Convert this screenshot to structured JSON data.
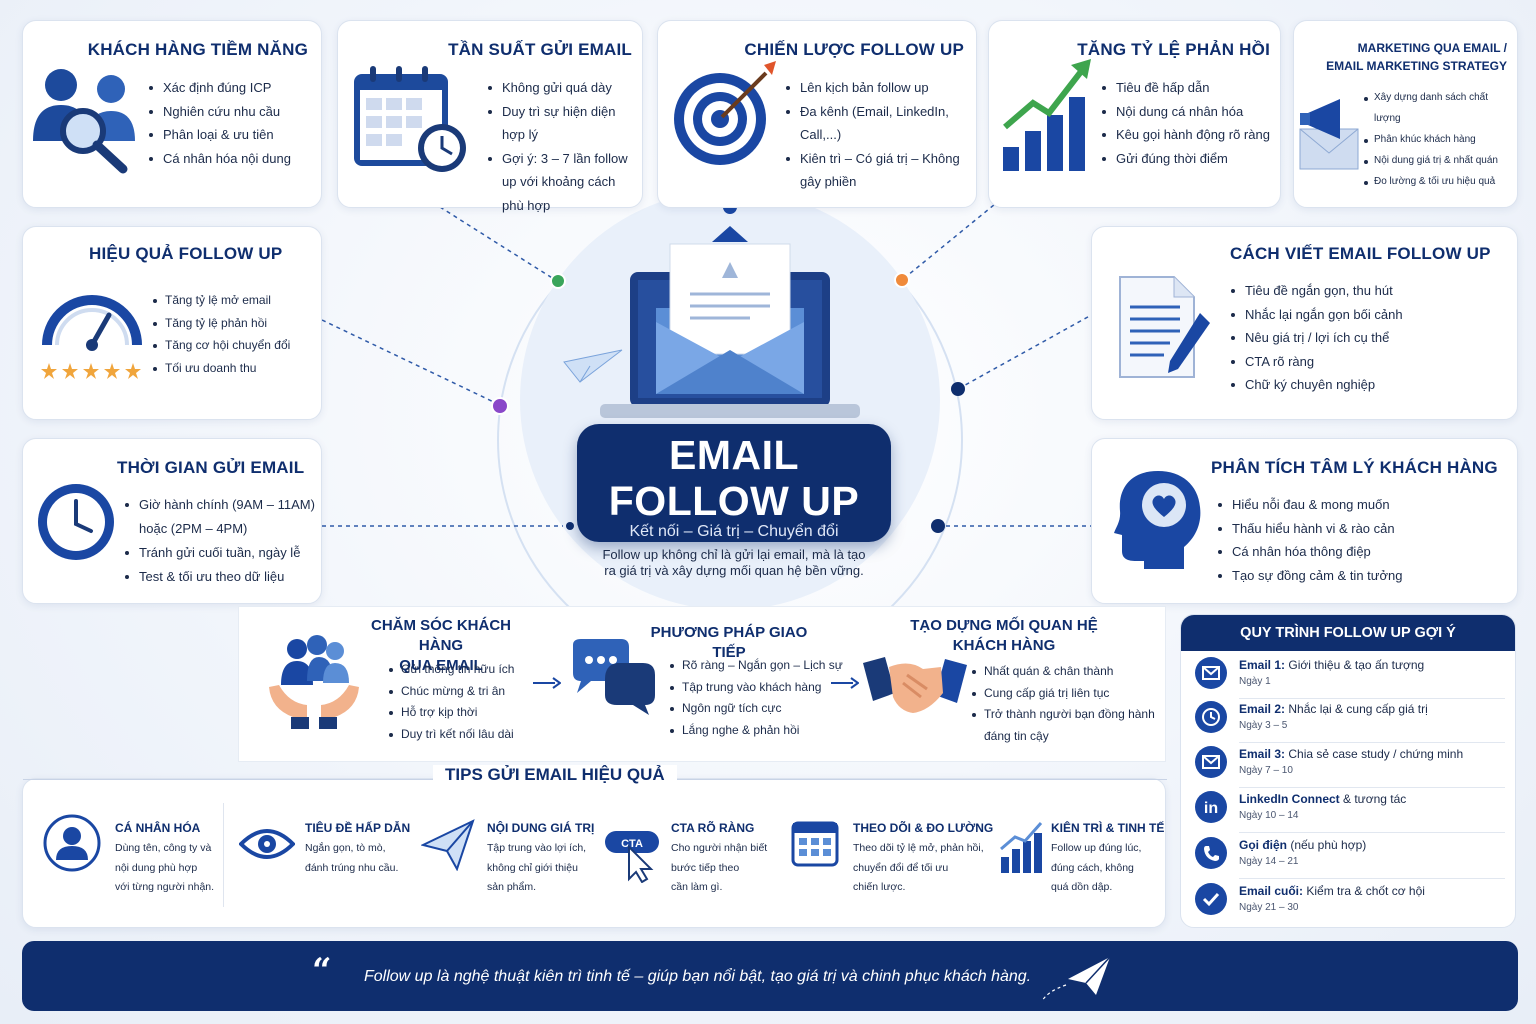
{
  "cards": {
    "prospects": {
      "title": "KHÁCH HÀNG TIỀM NĂNG",
      "items": [
        "Xác định đúng ICP",
        "Nghiên cứu nhu cầu",
        "Phân loại & ưu tiên",
        "Cá nhân hóa nội dung"
      ]
    },
    "frequency": {
      "title": "TẦN SUẤT GỬI EMAIL",
      "items": [
        "Không gửi quá dày",
        "Duy trì sự hiện diện hợp lý",
        "Gợi ý: 3 – 7 lần follow up với khoảng cách phù hợp"
      ]
    },
    "strategy": {
      "title": "CHIẾN LƯỢC FOLLOW UP",
      "items": [
        "Lên kịch bản follow up",
        "Đa kênh (Email, LinkedIn, Call,...)",
        "Kiên trì – Có giá trị – Không gây phiền"
      ]
    },
    "response": {
      "title": "TĂNG TỶ LỆ PHẢN HỒI",
      "items": [
        "Tiêu đề hấp dẫn",
        "Nội dung cá nhân hóa",
        "Kêu gọi hành động rõ ràng",
        "Gửi đúng thời điểm"
      ]
    },
    "marketing": {
      "title_line1": "MARKETING QUA EMAIL /",
      "title_line2": "EMAIL MARKETING STRATEGY",
      "items": [
        "Xây dựng danh sách chất lượng",
        "Phân khúc khách hàng",
        "Nội dung giá trị & nhất quán",
        "Đo lường & tối ưu hiệu quả"
      ]
    },
    "effect": {
      "title": "HIỆU QUẢ FOLLOW UP",
      "items": [
        "Tăng tỷ lệ mở email",
        "Tăng tỷ lệ phản hồi",
        "Tăng cơ hội chuyển đổi",
        "Tối ưu doanh thu"
      ]
    },
    "writing": {
      "title": "CÁCH VIẾT EMAIL FOLLOW UP",
      "items": [
        "Tiêu đề ngắn gọn, thu hút",
        "Nhắc lại ngắn gọn bối cảnh",
        "Nêu giá trị / lợi ích cụ thể",
        "CTA rõ ràng",
        "Chữ ký chuyên nghiệp"
      ]
    },
    "timing": {
      "title": "THỜI GIAN GỬI EMAIL",
      "items": [
        "Giờ hành chính (9AM – 11AM) hoặc (2PM – 4PM)",
        "Tránh gửi cuối tuần, ngày lễ",
        "Test & tối ưu theo dữ liệu"
      ]
    },
    "psychology": {
      "title": "PHÂN TÍCH TÂM LÝ KHÁCH HÀNG",
      "items": [
        "Hiểu nỗi đau & mong muốn",
        "Thấu hiểu hành vi & rào cản",
        "Cá nhân hóa thông điệp",
        "Tạo sự đồng cảm & tin tưởng"
      ]
    }
  },
  "center": {
    "line1": "EMAIL",
    "line2": "FOLLOW UP",
    "tagline": "Kết nối – Giá trị – Chuyển đổi",
    "description": "Follow up không chỉ là gửi lại email, mà là tạo ra giá trị và xây dựng mối quan hệ bền vững."
  },
  "middle": {
    "care": {
      "title_line1": "CHĂM SÓC KHÁCH HÀNG",
      "title_line2": "QUA EMAIL",
      "items": [
        "Gửi thông tin hữu ích",
        "Chúc mừng & tri ân",
        "Hỗ trợ kịp thời",
        "Duy trì kết nối lâu dài"
      ]
    },
    "communication": {
      "title": "PHƯƠNG PHÁP GIAO TIẾP",
      "items": [
        "Rõ ràng – Ngắn gọn – Lịch sự",
        "Tập trung vào khách hàng",
        "Ngôn ngữ tích cực",
        "Lắng nghe & phản hồi"
      ]
    },
    "relationship": {
      "title_line1": "TẠO DỰNG MỐI QUAN HỆ",
      "title_line2": "KHÁCH HÀNG",
      "items": [
        "Nhất quán & chân thành",
        "Cung cấp giá trị liên tục",
        "Trở thành người bạn đồng hành đáng tin cậy"
      ]
    }
  },
  "tips": {
    "title": "TIPS GỬI EMAIL HIỆU QUẢ",
    "items": [
      {
        "title": "CÁ NHÂN HÓA",
        "l1": "Dùng tên, công ty và",
        "l2": "nội dung phù hợp",
        "l3": "với từng người nhận."
      },
      {
        "title": "TIÊU ĐỀ HẤP DẪN",
        "l1": "Ngắn gọn, tò mò,",
        "l2": "đánh trúng nhu cầu.",
        "l3": ""
      },
      {
        "title": "NỘI DUNG GIÁ TRỊ",
        "l1": "Tập trung vào lợi ích,",
        "l2": "không chỉ giới thiệu",
        "l3": "sản phẩm."
      },
      {
        "title": "CTA RÕ RÀNG",
        "l1": "Cho người nhận biết",
        "l2": "bước tiếp theo",
        "l3": "cần làm gì."
      },
      {
        "title": "THEO DÕI & ĐO LƯỜNG",
        "l1": "Theo dõi tỷ lệ mở, phản hồi,",
        "l2": "chuyển đổi để tối ưu",
        "l3": "chiến lược."
      },
      {
        "title": "KIÊN TRÌ & TINH TẾ",
        "l1": "Follow up đúng lúc,",
        "l2": "đúng cách, không",
        "l3": "quá dồn dập."
      }
    ],
    "cta_badge": "CTA"
  },
  "process": {
    "title": "QUY TRÌNH FOLLOW UP GỢI Ý",
    "steps": [
      {
        "label": "Email 1:",
        "text": " Giới thiệu & tạo ấn tượng",
        "day": "Ngày 1",
        "icon": "mail-icon"
      },
      {
        "label": "Email 2:",
        "text": " Nhắc lại & cung cấp giá trị",
        "day": "Ngày 3 – 5",
        "icon": "clock-icon"
      },
      {
        "label": "Email 3:",
        "text": " Chia sẻ case study / chứng minh",
        "day": "Ngày 7 – 10",
        "icon": "mail-icon"
      },
      {
        "label": "LinkedIn Connect",
        "text": " & tương tác",
        "day": "Ngày 10 – 14",
        "icon": "linkedin-icon",
        "badge": "in"
      },
      {
        "label": "Gọi điện",
        "text": " (nếu phù hợp)",
        "day": "Ngày 14 – 21",
        "icon": "phone-icon"
      },
      {
        "label": "Email cuối:",
        "text": " Kiểm tra & chốt cơ hội",
        "day": "Ngày 21 – 30",
        "icon": "check-icon"
      }
    ]
  },
  "quote": {
    "mark": "“",
    "text": "Follow up là nghệ thuật kiên trì tinh tế – giúp bạn nổi bật, tạo giá trị và chinh phục khách hàng."
  },
  "colors": {
    "navy": "#0f2e6e",
    "blue": "#1a47a3",
    "light": "#6f9be0"
  }
}
